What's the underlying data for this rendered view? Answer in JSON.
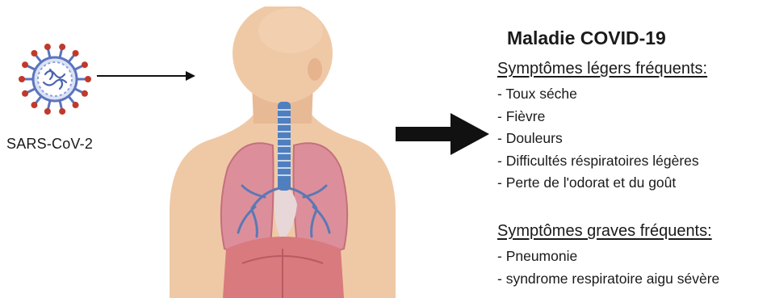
{
  "virus": {
    "label": "SARS-CoV-2",
    "icon": "coronavirus-icon"
  },
  "panel": {
    "title": "Maladie COVID-19",
    "mild": {
      "heading": "Symptômes légers fréquents:",
      "items": [
        "- Toux séche",
        "- Fièvre",
        "- Douleurs",
        "- Difficultés réspiratoires légères",
        "- Perte de l'odorat et du goût"
      ]
    },
    "severe": {
      "heading": "Symptômes graves fréquents:",
      "items": [
        "- Pneumonie",
        "- syndrome respiratoire aigu sévère"
      ]
    }
  },
  "colors": {
    "skin": "#efc9a6",
    "lung": "#d98a96",
    "trachea": "#4f7fbf",
    "virus": "#6f86c8",
    "arrow": "#111111"
  }
}
